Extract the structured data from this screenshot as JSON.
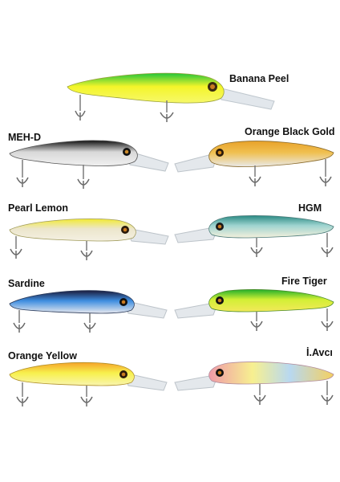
{
  "lures": [
    {
      "id": "banana-peel",
      "label": "Banana Peel",
      "colors": {
        "top": "#22c53a",
        "body": "#f4f52a",
        "belly": "#f6f86a"
      }
    },
    {
      "id": "meh-d",
      "label": "MEH-D",
      "colors": {
        "top": "#111111",
        "body": "#d8d8d8",
        "belly": "#f0f0f0"
      }
    },
    {
      "id": "orange-black-gold",
      "label": "Orange Black Gold",
      "colors": {
        "top": "#e8a22a",
        "body": "#f0c050",
        "belly": "#e9e9e9"
      }
    },
    {
      "id": "pearl-lemon",
      "label": "Pearl Lemon",
      "colors": {
        "top": "#f2ea34",
        "body": "#ece6cc",
        "belly": "#f4f0e2"
      }
    },
    {
      "id": "hgm",
      "label": "HGM",
      "colors": {
        "top": "#2a8a84",
        "body": "#9fd4d0",
        "belly": "#f4f0dc"
      }
    },
    {
      "id": "sardine",
      "label": "Sardine",
      "colors": {
        "top": "#1a1a3a",
        "body": "#3e8ee0",
        "belly": "#e9e9ee"
      }
    },
    {
      "id": "fire-tiger",
      "label": "Fire Tiger",
      "colors": {
        "top": "#23b02a",
        "body": "#d3ef35",
        "belly": "#f2e95a"
      }
    },
    {
      "id": "orange-yellow",
      "label": "Orange Yellow",
      "colors": {
        "top": "#f5a32a",
        "body": "#f7f04c",
        "belly": "#f9f5b0"
      }
    },
    {
      "id": "avci",
      "label": "İ.Avcı",
      "colors": {
        "top": "#f09aa8",
        "body": "#f7f090",
        "belly": "#b8d8f0"
      }
    }
  ]
}
